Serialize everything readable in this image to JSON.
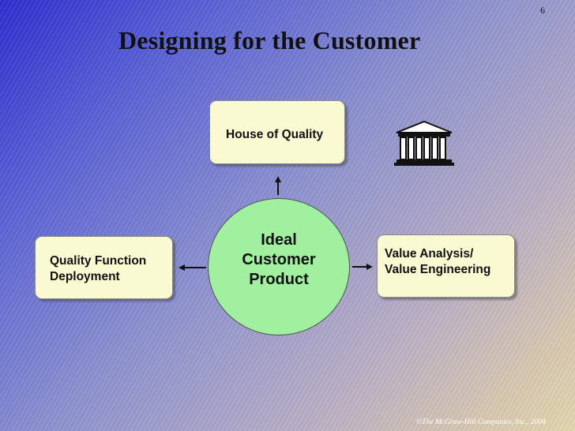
{
  "slide": {
    "number": "6",
    "title": "Designing for the Customer",
    "copyright": "©The McGraw-Hill Companies, Inc., 2004"
  },
  "diagram": {
    "center": {
      "lines": [
        "Ideal",
        "Customer",
        "Product"
      ],
      "color": "#a0f0a0"
    },
    "top_box": {
      "lines": [
        "House of Quality"
      ]
    },
    "left_box": {
      "lines": [
        "Quality Function",
        "Deployment"
      ]
    },
    "right_box": {
      "lines": [
        "Value Analysis/",
        "Value Engineering"
      ]
    },
    "box_color": "#fafad2",
    "icons": [
      "temple-icon"
    ]
  }
}
